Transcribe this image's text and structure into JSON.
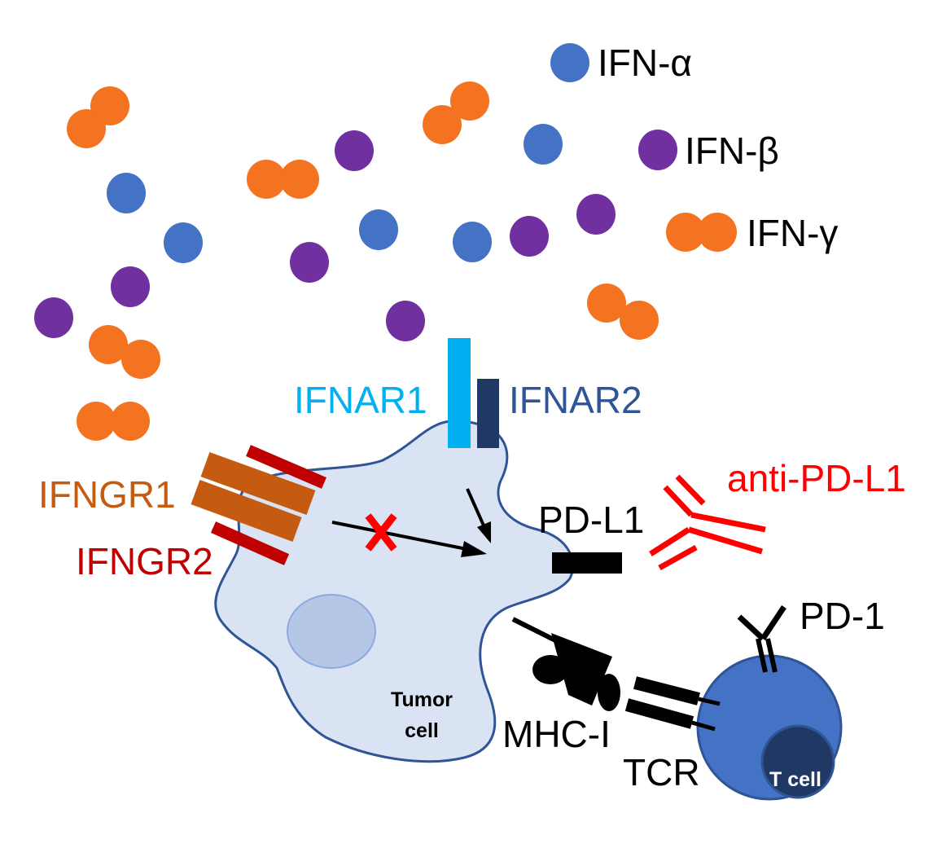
{
  "legend": {
    "ifn_alpha": "IFN-α",
    "ifn_beta": "IFN-β",
    "ifn_gamma": "IFN-γ"
  },
  "labels": {
    "ifnar1": "IFNAR1",
    "ifnar2": "IFNAR2",
    "ifngr1": "IFNGR1",
    "ifngr2": "IFNGR2",
    "pd_l1": "PD-L1",
    "anti_pd_l1": "anti-PD-L1",
    "pd_1": "PD-1",
    "mhc_i": "MHC-I",
    "tcr": "TCR",
    "tumor_line1": "Tumor",
    "tumor_line2": "cell",
    "t_cell": "T cell"
  },
  "colors": {
    "ifn_alpha": "#4472c4",
    "ifn_beta": "#7030a0",
    "ifn_gamma": "#f37321",
    "ifnar1": "#00b0f0",
    "ifnar2": "#203864",
    "ifngr1": "#c55a11",
    "ifngr2": "#c00000",
    "antibody": "#ff0000",
    "tumor_fill": "#dae3f3",
    "tumor_stroke": "#2f5597",
    "nucleus": "#b4c7e7",
    "t_cell": "#4472c4",
    "t_nucleus": "#203864"
  }
}
